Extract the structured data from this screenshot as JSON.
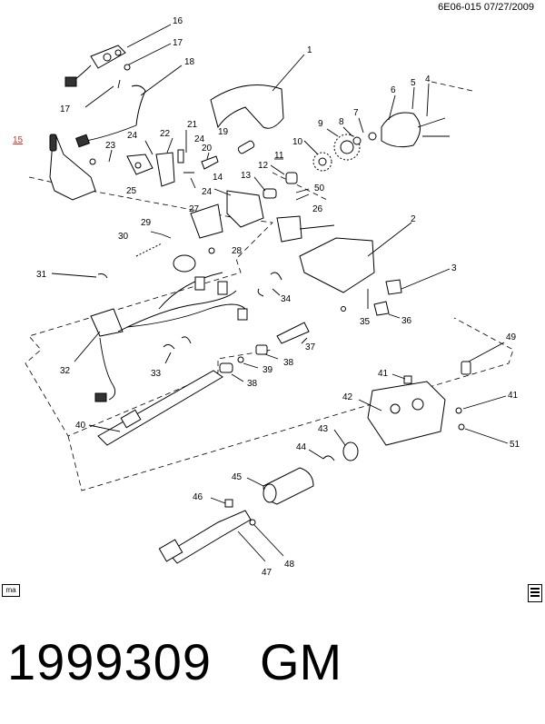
{
  "header": {
    "code": "6E06-015 07/27/2009"
  },
  "footer": {
    "number": "1999309",
    "brand": "GM"
  },
  "corner_left_label": "ma",
  "part_labels": {
    "p1": "1",
    "p2": "2",
    "p3": "3",
    "p4": "4",
    "p5": "5",
    "p6": "6",
    "p7": "7",
    "p8": "8",
    "p9": "9",
    "p10": "10",
    "p11": "11",
    "p12": "12",
    "p13": "13",
    "p14": "14",
    "p15": "15",
    "p16": "16",
    "p17a": "17",
    "p17b": "17",
    "p18": "18",
    "p19": "19",
    "p20": "20",
    "p21": "21",
    "p22": "22",
    "p23": "23",
    "p24a": "24",
    "p24b": "24",
    "p24c": "24",
    "p25": "25",
    "p26": "26",
    "p27": "27",
    "p28": "28",
    "p29": "29",
    "p30": "30",
    "p31": "31",
    "p32": "32",
    "p33": "33",
    "p34": "34",
    "p35": "35",
    "p36": "36",
    "p37": "37",
    "p38a": "38",
    "p38b": "38",
    "p39": "39",
    "p40": "40",
    "p41a": "41",
    "p41b": "41",
    "p42": "42",
    "p43": "43",
    "p44": "44",
    "p45": "45",
    "p46": "46",
    "p47": "47",
    "p48": "48",
    "p49": "49",
    "p50": "50",
    "p51": "51"
  },
  "highlight_color": "#c0392b"
}
